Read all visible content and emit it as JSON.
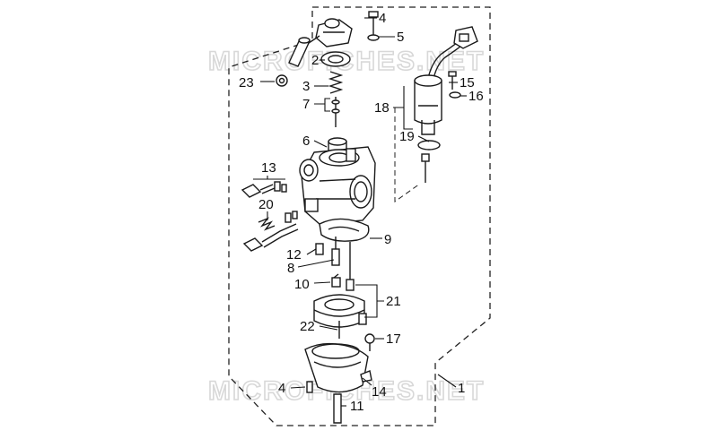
{
  "watermark": {
    "text_top": "MICROFICHES.NET",
    "text_bottom": "MICROFICHES.NET"
  },
  "callouts": [
    {
      "id": "c4a",
      "label": "4"
    },
    {
      "id": "c5",
      "label": "5"
    },
    {
      "id": "c2",
      "label": "2"
    },
    {
      "id": "c23",
      "label": "23"
    },
    {
      "id": "c3",
      "label": "3"
    },
    {
      "id": "c7",
      "label": "7"
    },
    {
      "id": "c6",
      "label": "6"
    },
    {
      "id": "c15",
      "label": "15"
    },
    {
      "id": "c16",
      "label": "16"
    },
    {
      "id": "c18",
      "label": "18"
    },
    {
      "id": "c19",
      "label": "19"
    },
    {
      "id": "c13",
      "label": "13"
    },
    {
      "id": "c20",
      "label": "20"
    },
    {
      "id": "c9",
      "label": "9"
    },
    {
      "id": "c12",
      "label": "12"
    },
    {
      "id": "c8",
      "label": "8"
    },
    {
      "id": "c10",
      "label": "10"
    },
    {
      "id": "c21",
      "label": "21"
    },
    {
      "id": "c22",
      "label": "22"
    },
    {
      "id": "c17",
      "label": "17"
    },
    {
      "id": "c4b",
      "label": "4"
    },
    {
      "id": "c14",
      "label": "14"
    },
    {
      "id": "c11",
      "label": "11"
    },
    {
      "id": "c1",
      "label": "1"
    }
  ]
}
